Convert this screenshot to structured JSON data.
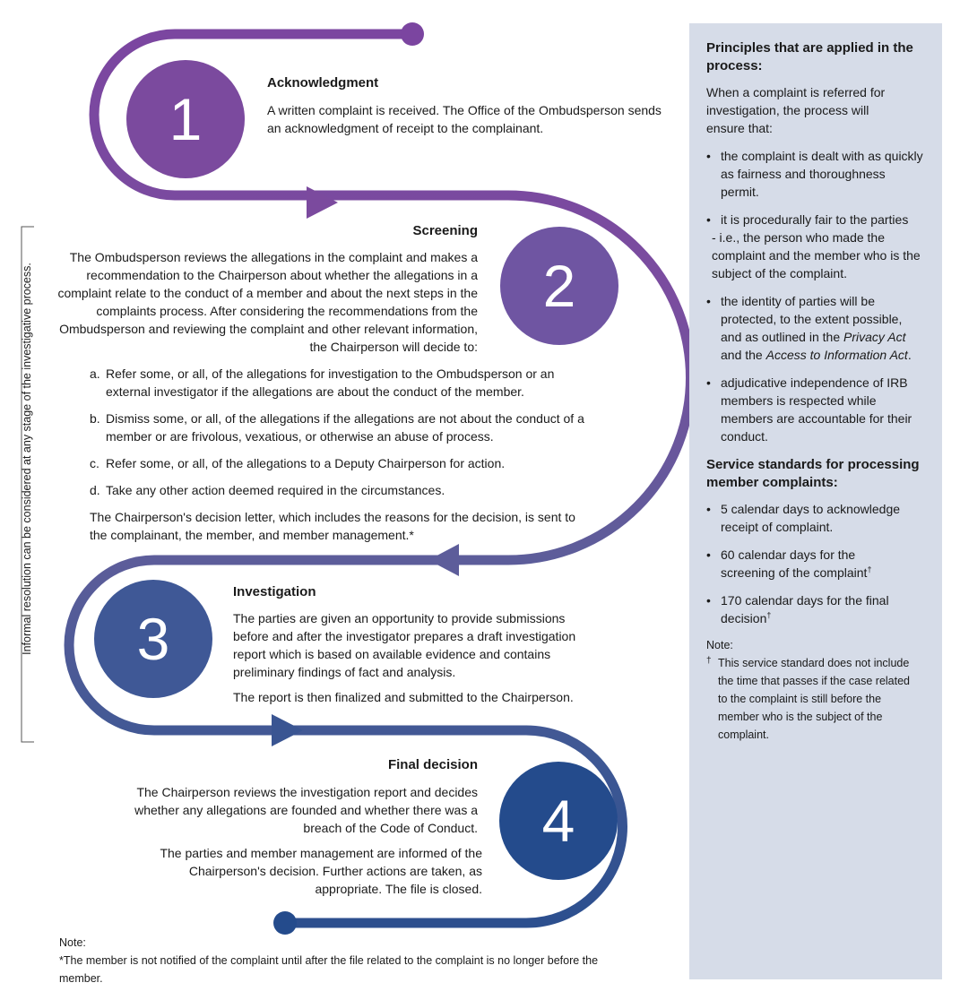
{
  "colors": {
    "stage1": "#7b4a9e",
    "stage2": "#6f55a2",
    "stage3": "#3f5896",
    "stage4": "#244b8c",
    "side_panel": "#d6dce8",
    "bracket": "#555555"
  },
  "informal_resolution": "Informal resolution can be considered at any stage of the investigative process.",
  "stages": [
    {
      "number": "1",
      "title": "Acknowledgment",
      "paragraphs": [
        "A written complaint is received. The Office of the Ombudsperson sends an acknowledgment of receipt to the complainant."
      ]
    },
    {
      "number": "2",
      "title": "Screening",
      "intro": "The Ombudsperson reviews the allegations in the complaint and makes a recommendation to the Chairperson about whether the allegations in a complaint relate to the conduct of a member and about the next steps in the complaints process. After considering the recommendations from the Ombudsperson and reviewing the complaint and other relevant information, the Chairperson will decide to:",
      "options": [
        {
          "label": "a.",
          "text": "Refer some, or all, of the allegations for investigation to the Ombudsperson or an external investigator if the allegations are about the conduct of the member."
        },
        {
          "label": "b.",
          "text": "Dismiss some, or all, of the allegations if the allegations are not about the conduct of a member or are frivolous, vexatious, or otherwise an abuse of process."
        },
        {
          "label": "c.",
          "text": "Refer some, or all, of the allegations to a Deputy Chairperson for action."
        },
        {
          "label": "d.",
          "text": "Take any other action deemed required in the circumstances."
        }
      ],
      "closing": "The Chairperson's decision letter, which includes the reasons for the decision, is sent to the complainant, the member, and member management.*"
    },
    {
      "number": "3",
      "title": "Investigation",
      "paragraphs": [
        "The parties are given an opportunity to provide submissions before and after the investigator prepares a draft investigation report which is based on available evidence and contains preliminary findings of fact and analysis.",
        "The report is then finalized and submitted to the Chairperson."
      ]
    },
    {
      "number": "4",
      "title": "Final decision",
      "paragraphs": [
        "The Chairperson reviews the investigation report and decides whether any allegations are founded and whether there was a breach of the Code of Conduct.",
        "The parties and member management are informed of the Chairperson's decision. Further actions are taken, as appropriate. The file is closed."
      ]
    }
  ],
  "footnote": {
    "label": "Note:",
    "text": "*The member is not notified of the complaint until after the file related to the complaint is no longer before the member."
  },
  "sidebar": {
    "principles_heading": "Principles that are applied in the process:",
    "principles_intro": "When a complaint is referred for investigation, the process will ensure that:",
    "bullet": "•",
    "principles": [
      {
        "text": "the complaint is dealt with as quickly as fairness and thoroughness permit."
      },
      {
        "text_a": "it is procedurally fair to the parties",
        "text_b": "- i.e., the person who made the complaint and the member who is the subject of the complaint."
      },
      {
        "text_a": "the identity of parties will be protected, to the extent possible, and as outlined in the",
        "italic_1": "Privacy Act",
        "text_b": "and the",
        "italic_2": "Access to Information Act",
        "text_c": "."
      },
      {
        "text": "adjudicative independence of IRB members is respected while members are accountable for their conduct."
      }
    ],
    "standards_heading": "Service standards for processing member complaints:",
    "standards": [
      {
        "text": "5 calendar days to acknowledge receipt of complaint.",
        "mark": ""
      },
      {
        "text": "60 calendar days for the screening of the complaint",
        "mark": "†"
      },
      {
        "text": "170 calendar days for the final decision",
        "mark": "†"
      }
    ],
    "note_label": "Note:",
    "note_mark": "†",
    "note_text": "This service standard does not include the time that passes if the case related to the complaint is still before the member who is the subject of the complaint."
  }
}
